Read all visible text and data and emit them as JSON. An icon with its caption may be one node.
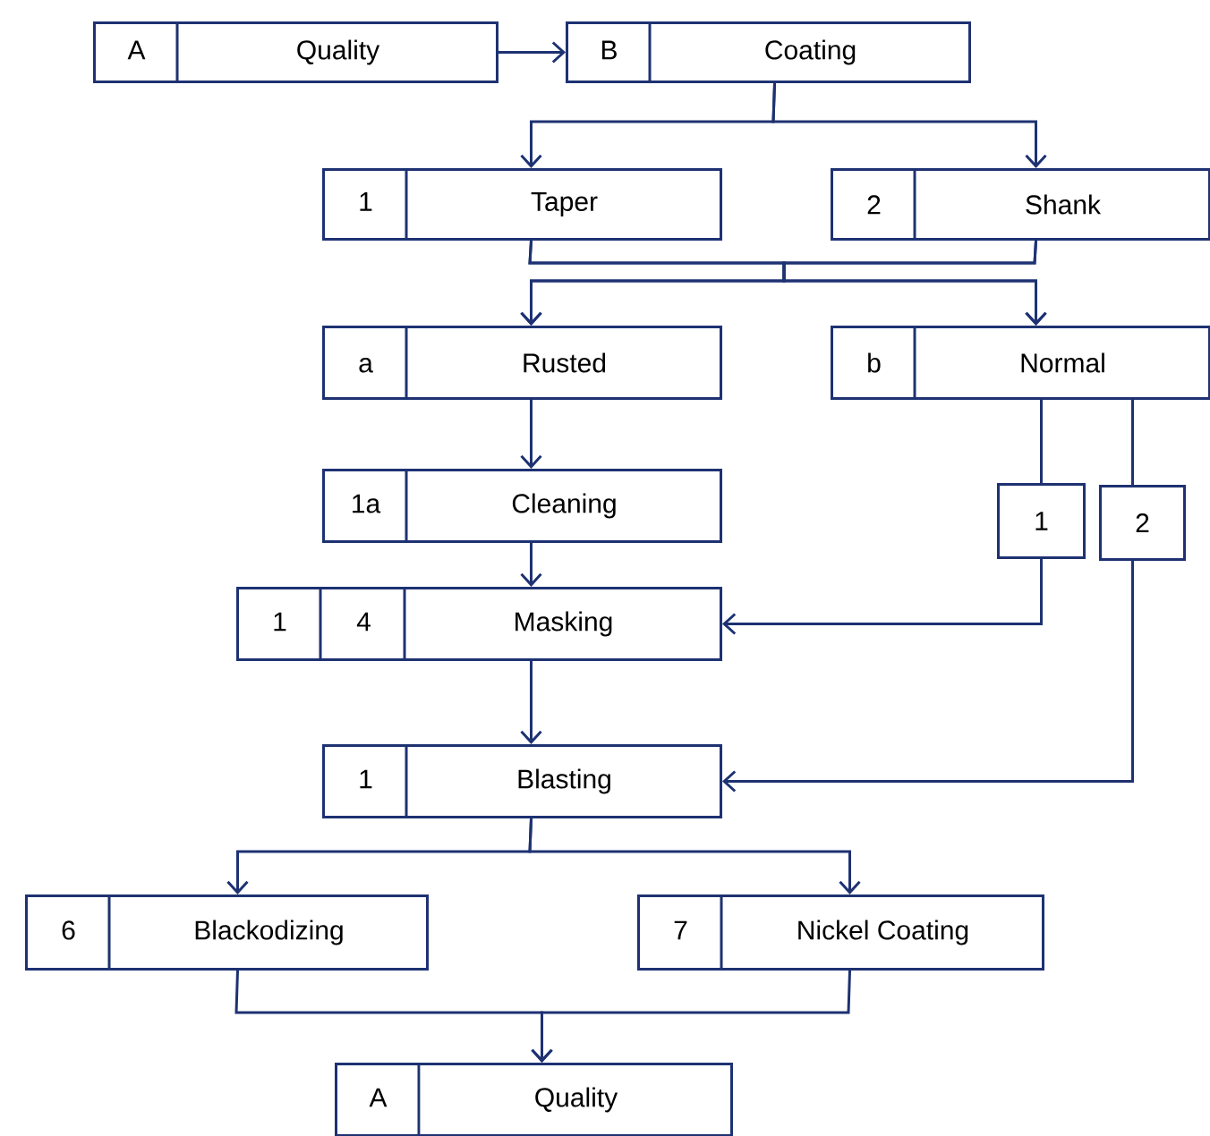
{
  "diagram": {
    "nodes": [
      {
        "text": [
          "A",
          "Quality"
        ]
      },
      {
        "text": [
          "B",
          "Coating"
        ]
      },
      {
        "text": [
          "1",
          "Taper"
        ]
      },
      {
        "text": [
          "2",
          "Shank"
        ]
      },
      {
        "text": [
          "a",
          "Rusted"
        ]
      },
      {
        "text": [
          "b",
          "Normal"
        ]
      },
      {
        "text": [
          "1a",
          "Cleaning"
        ]
      },
      {
        "text": [
          "1"
        ]
      },
      {
        "text": [
          "2"
        ]
      },
      {
        "text": [
          "1",
          "4",
          "Masking"
        ]
      },
      {
        "text": [
          "1",
          "Blasting"
        ]
      },
      {
        "text": [
          "6",
          "Blackodizing"
        ]
      },
      {
        "text": [
          "7",
          "Nickel Coating"
        ]
      },
      {
        "text": [
          "A",
          "Quality"
        ]
      }
    ],
    "edges": [
      {
        "from": 0,
        "to": 1,
        "arrow": "to"
      },
      {
        "from": 1,
        "to": 2,
        "arrow": "to"
      },
      {
        "from": 1,
        "to": 3,
        "arrow": "to"
      },
      {
        "from": 2,
        "to": 4,
        "arrow": "to"
      },
      {
        "from": 2,
        "to": 5,
        "arrow": "to"
      },
      {
        "from": 3,
        "to": 4,
        "arrow": "to"
      },
      {
        "from": 3,
        "to": 5,
        "arrow": "to"
      },
      {
        "from": 4,
        "to": 6,
        "arrow": "to"
      },
      {
        "from": 5,
        "to": 7,
        "arrow": "none"
      },
      {
        "from": 5,
        "to": 8,
        "arrow": "none"
      },
      {
        "from": 6,
        "to": 9,
        "arrow": "to"
      },
      {
        "from": 7,
        "to": 9,
        "arrow": "to"
      },
      {
        "from": 9,
        "to": 10,
        "arrow": "to"
      },
      {
        "from": 8,
        "to": 10,
        "arrow": "to"
      },
      {
        "from": 10,
        "to": 11,
        "arrow": "to"
      },
      {
        "from": 10,
        "to": 12,
        "arrow": "to"
      },
      {
        "from": 11,
        "to": 13,
        "arrow": "to"
      },
      {
        "from": 12,
        "to": 13,
        "arrow": "to"
      }
    ]
  }
}
